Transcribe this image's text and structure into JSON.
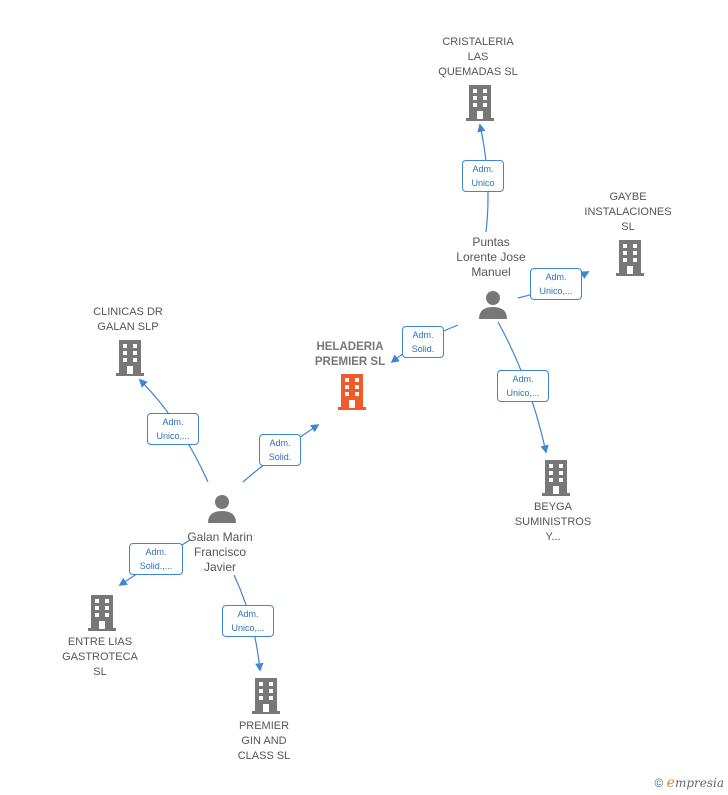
{
  "colors": {
    "company": "#777777",
    "focus": "#f05a28",
    "person": "#777777",
    "edge": "#3d85d6"
  },
  "nodes": {
    "heladeria": {
      "label": "HELADERIA\nPREMIER  SL"
    },
    "cristaleria": {
      "label": "CRISTALERIA\nLAS\nQUEMADAS  SL"
    },
    "gaybe": {
      "label": "GAYBE\nINSTALACIONES\nSL"
    },
    "clinicas": {
      "label": "CLINICAS DR\nGALAN  SLP"
    },
    "beyga": {
      "label": "BEYGA\nSUMINISTROS\nY..."
    },
    "entrelias": {
      "label": "ENTRE LIAS\nGASTROTECA\nSL"
    },
    "premiergin": {
      "label": "PREMIER\nGIN AND\nCLASS  SL"
    },
    "puntas": {
      "label": "Puntas\nLorente Jose\nManuel"
    },
    "galan": {
      "label": "Galan Marin\nFrancisco\nJavier"
    }
  },
  "edges": {
    "e1": "Adm.\nUnico",
    "e2": "Adm.\nUnico,...",
    "e3": "Adm.\nSolid.",
    "e4": "Adm.\nUnico,...",
    "e5": "Adm.\nUnico,...",
    "e6": "Adm.\nSolid.",
    "e7": "Adm.\nSolid.,...",
    "e8": "Adm.\nUnico,..."
  },
  "brand": {
    "copyright": "©",
    "first_letter": "e",
    "rest": "mpresia"
  }
}
